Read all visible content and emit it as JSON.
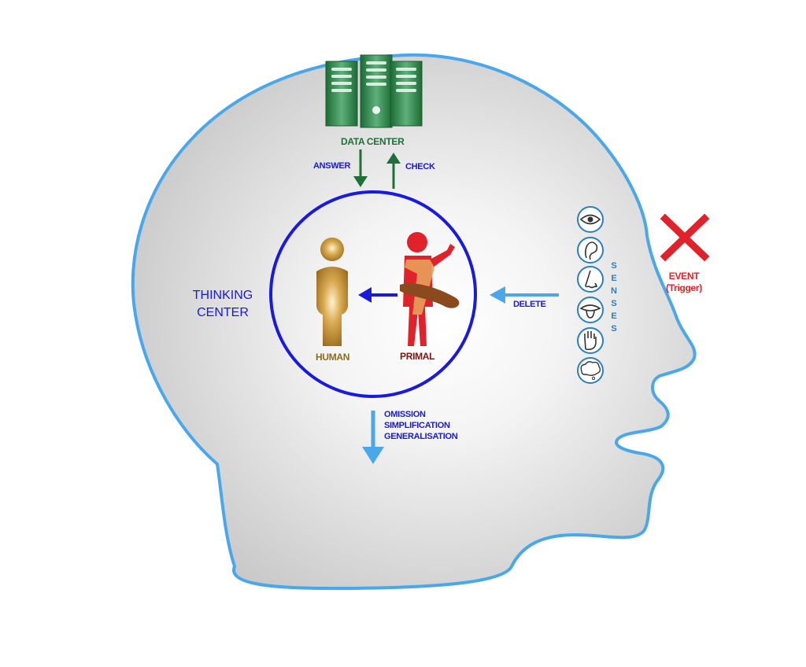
{
  "data_center": {
    "label": "DATA CENTER"
  },
  "flows": {
    "answer": "ANSWER",
    "check": "CHECK",
    "delete": "DELETE",
    "filters": [
      "OMISSION",
      "SIMPLIFICATION",
      "GENERALISATION"
    ]
  },
  "thinking_center": {
    "line1": "THINKING",
    "line2": "CENTER"
  },
  "figures": {
    "human": "HUMAN",
    "primal": "PRIMAL"
  },
  "senses": {
    "label_letters": [
      "S",
      "E",
      "N",
      "S",
      "E",
      "S"
    ],
    "icons": [
      "eye-icon",
      "ear-icon",
      "nose-icon",
      "tongue-icon",
      "hand-icon",
      "thought-icon"
    ]
  },
  "event": {
    "line1": "EVENT",
    "line2": "(Trigger)"
  },
  "colors": {
    "head_outline": "#4aa8ea",
    "head_fill": "#d2d2d2",
    "circle": "#1a1adc",
    "data_center_green": "#1f6f3a",
    "blue_label": "#1a1ad0",
    "light_blue": "#4aa8ea",
    "human_gold": "#b8872a",
    "primal_red": "#e0232a",
    "primal_label": "#7a1616",
    "event_red": "#e0232a"
  }
}
